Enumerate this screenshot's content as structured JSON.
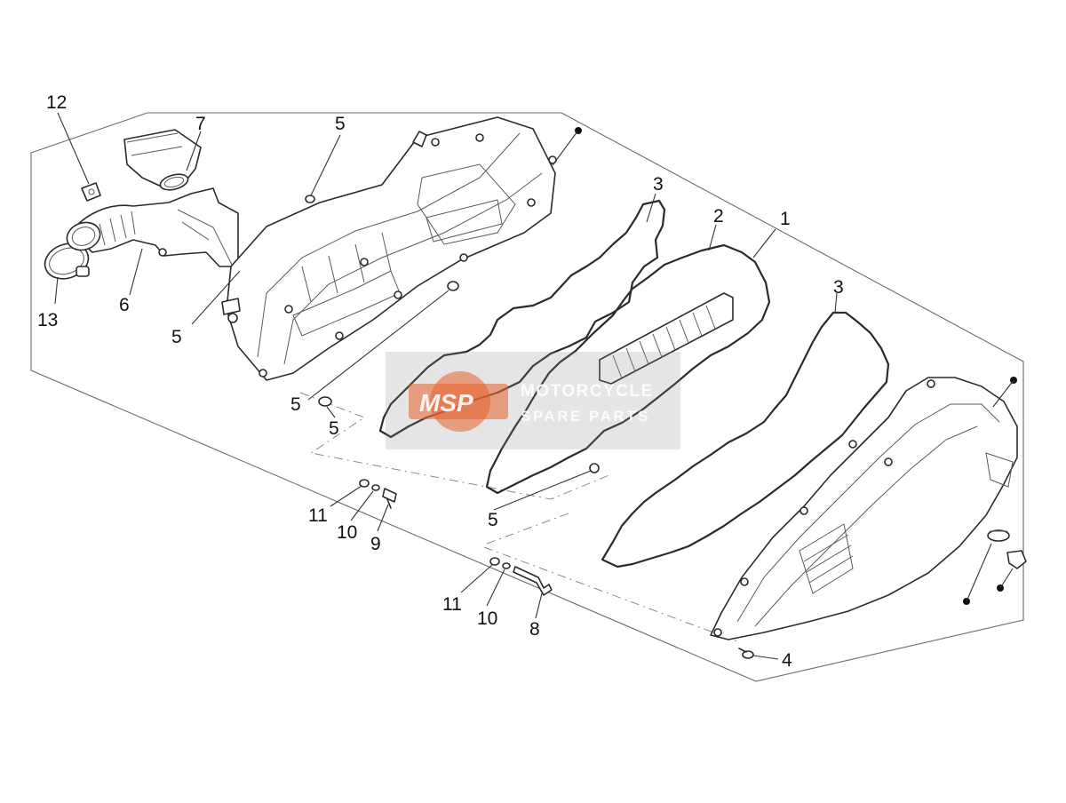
{
  "callouts": {
    "c1": "1",
    "c2": "2",
    "c3a": "3",
    "c3b": "3",
    "c4": "4",
    "c5a": "5",
    "c5b": "5",
    "c5c": "5",
    "c5d": "5",
    "c5e": "5",
    "c6": "6",
    "c7": "7",
    "c8": "8",
    "c9": "9",
    "c10a": "10",
    "c10b": "10",
    "c11a": "11",
    "c11b": "11",
    "c12": "12",
    "c13": "13"
  },
  "watermark": {
    "logo": "MSP",
    "line1": "MOTORCYCLE",
    "line2": "SPARE PARTS"
  },
  "colors": {
    "watermark_accent": "#e8612c",
    "line": "#2b2b2b"
  }
}
